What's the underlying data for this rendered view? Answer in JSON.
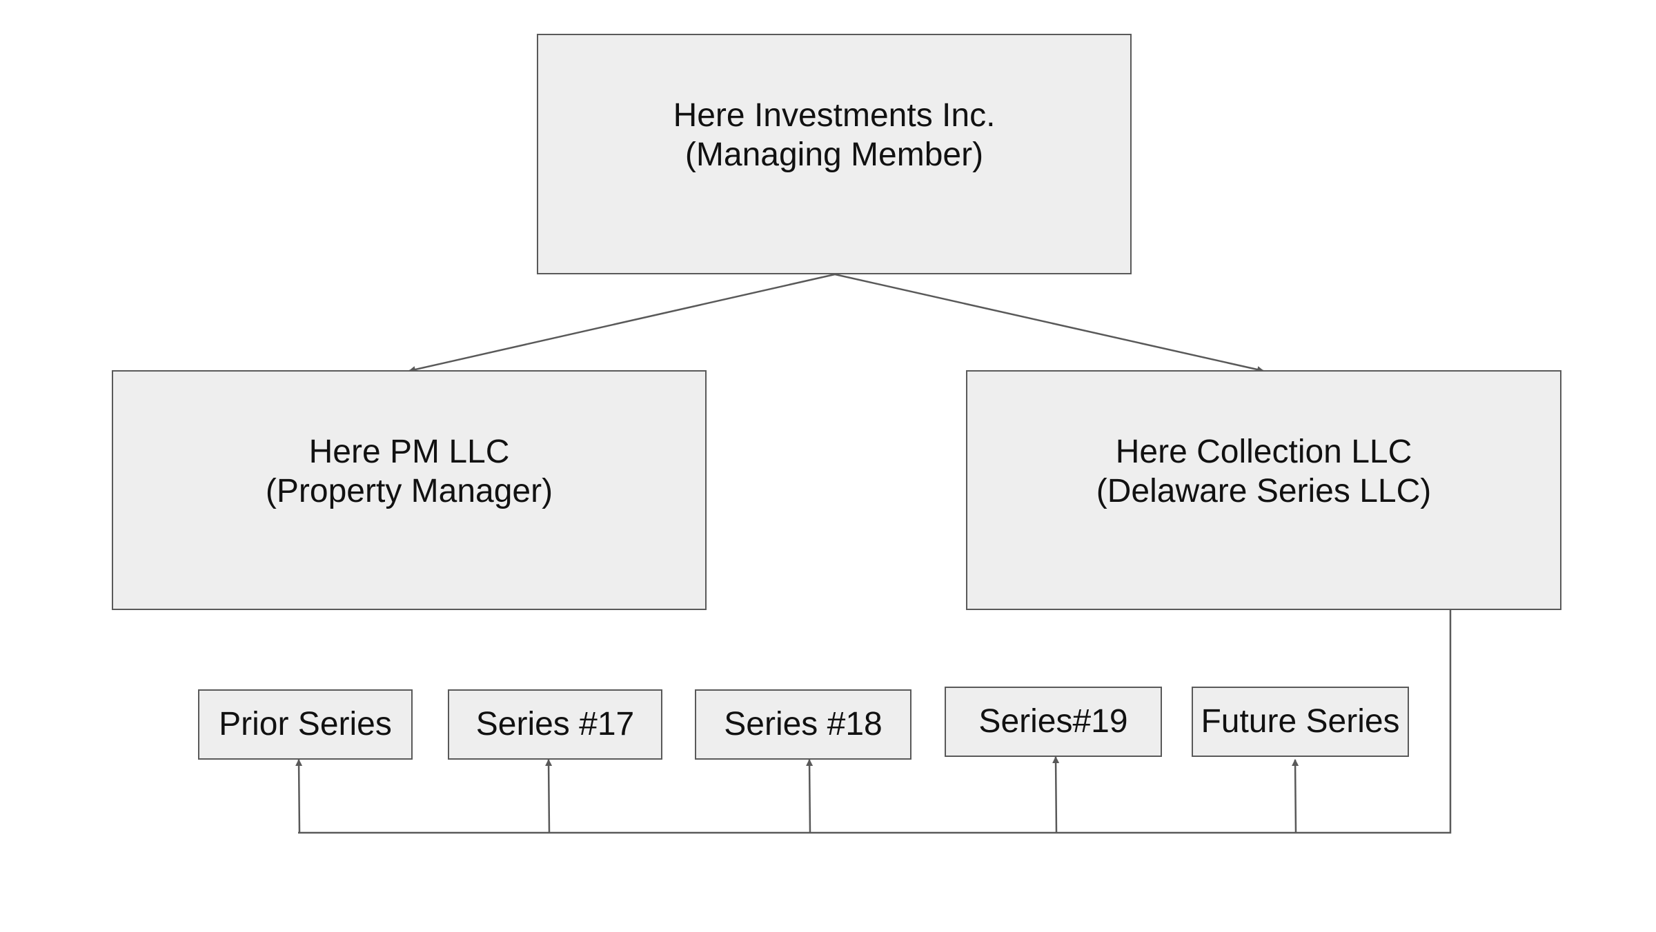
{
  "managing_member": {
    "name": "Here Investments Inc.",
    "role": "(Managing Member)"
  },
  "property_manager": {
    "name": "Here PM LLC",
    "role": "(Property Manager)"
  },
  "collection": {
    "name": "Here Collection LLC",
    "role": "(Delaware Series LLC)"
  },
  "series": [
    {
      "label": "Prior Series"
    },
    {
      "label": "Series #17"
    },
    {
      "label": "Series #18"
    },
    {
      "label": "Series#19"
    },
    {
      "label": "Future Series"
    }
  ],
  "colors": {
    "box_fill": "#eeeeee",
    "stroke": "#595959"
  }
}
